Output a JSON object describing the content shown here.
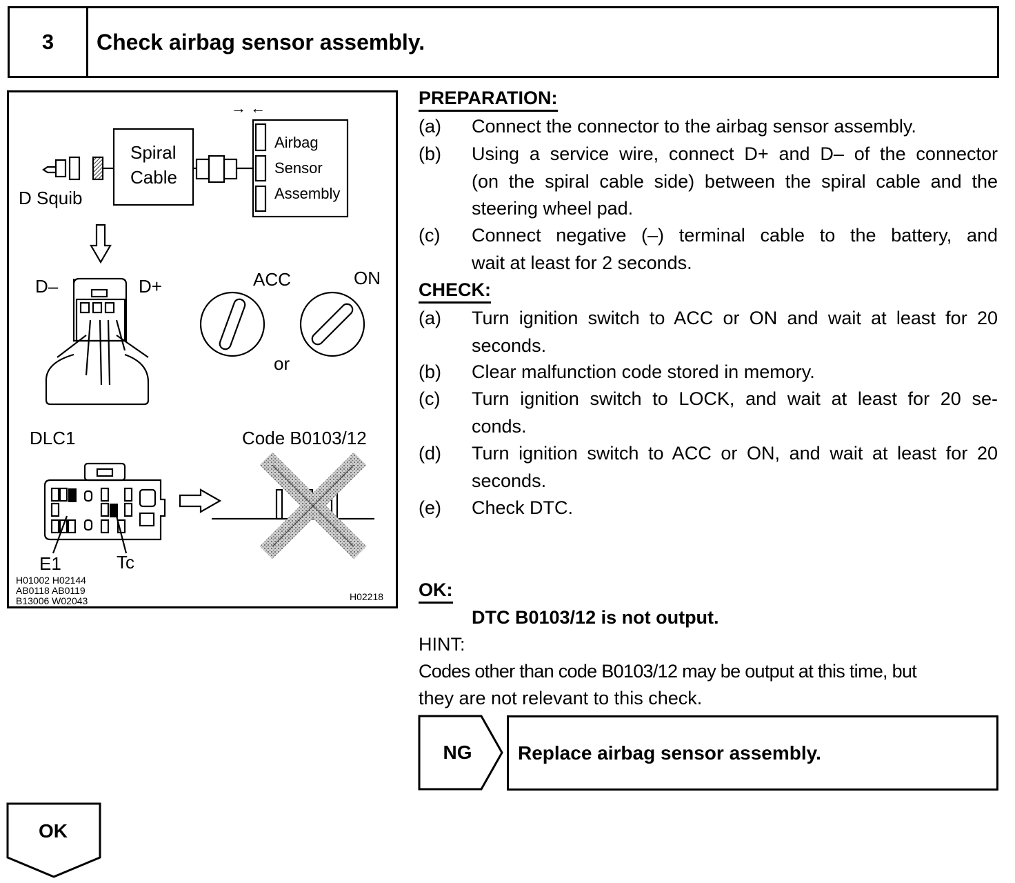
{
  "step": {
    "number": "3",
    "title": "Check airbag sensor assembly."
  },
  "figure": {
    "arrows_top": "→ ←",
    "spiral_cable_line1": "Spiral",
    "spiral_cable_line2": "Cable",
    "sensor_line1": "Airbag",
    "sensor_line2": "Sensor",
    "sensor_line3": "Assembly",
    "d_squib": "D Squib",
    "d_minus": "D–",
    "d_plus": "D+",
    "acc": "ACC",
    "on": "ON",
    "or": "or",
    "dlc1": "DLC1",
    "code": "Code B0103/12",
    "e1": "E1",
    "tc": "Tc",
    "ref_line1": "H01002 H02144",
    "ref_line2": "AB0118 AB0119",
    "ref_line3": "B13006 W02043",
    "ref_id": "H02218"
  },
  "preparation": {
    "heading": "PREPARATION:",
    "items": [
      {
        "label": "(a)",
        "lines": [
          "Connect the connector to the airbag sensor assembly."
        ]
      },
      {
        "label": "(b)",
        "lines": [
          "Using a service wire, connect D+ and D– of the connector",
          "(on the spiral cable side) between the spiral cable and the",
          "steering wheel pad."
        ]
      },
      {
        "label": "(c)",
        "lines": [
          "Connect negative (–) terminal cable to the battery, and",
          "wait at least for 2 seconds."
        ]
      }
    ]
  },
  "check": {
    "heading": "CHECK:",
    "items": [
      {
        "label": "(a)",
        "lines": [
          "Turn ignition switch to ACC or ON and wait at least for 20",
          "seconds."
        ]
      },
      {
        "label": "(b)",
        "lines": [
          "Clear malfunction code stored in memory."
        ]
      },
      {
        "label": "(c)",
        "lines": [
          "Turn ignition switch to LOCK, and wait at least for 20 se-",
          "conds."
        ]
      },
      {
        "label": "(d)",
        "lines": [
          "Turn ignition switch to ACC or ON, and wait at least for 20",
          "seconds."
        ]
      },
      {
        "label": "(e)",
        "lines": [
          "Check DTC."
        ]
      }
    ]
  },
  "ok_section": {
    "heading": "OK:",
    "result": "DTC B0103/12 is not output.",
    "hint_label": "HINT:",
    "hint_line1": "Codes other than code B0103/12 may be output at this time, but",
    "hint_line2": "they are not relevant to this check."
  },
  "ng": {
    "label": "NG",
    "action": "Replace airbag sensor assembly."
  },
  "ok_tab": {
    "label": "OK"
  }
}
